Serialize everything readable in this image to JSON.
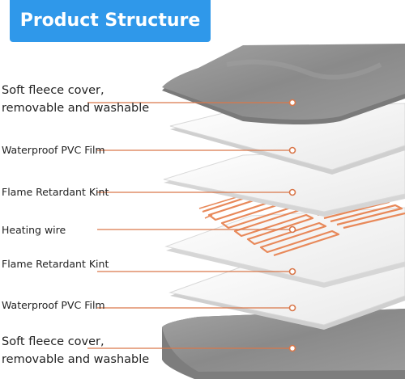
{
  "header": {
    "title": "Product Structure"
  },
  "layers": [
    {
      "label_lines": [
        "Soft fleece cover,",
        "removable and washable"
      ],
      "material": "fleece"
    },
    {
      "label_lines": [
        "Waterproof PVC Film"
      ],
      "material": "film"
    },
    {
      "label_lines": [
        "Flame Retardant Kint"
      ],
      "material": "knit"
    },
    {
      "label_lines": [
        "Heating wire"
      ],
      "material": "heating-wire"
    },
    {
      "label_lines": [
        "Flame Retardant Kint"
      ],
      "material": "knit"
    },
    {
      "label_lines": [
        "Waterproof PVC Film"
      ],
      "material": "film"
    },
    {
      "label_lines": [
        "Soft fleece cover,",
        "removable and washable"
      ],
      "material": "fleece"
    }
  ],
  "colors": {
    "banner": "#2f98ea",
    "leader_line": "#d9774a",
    "fleece": "#8e8e8e",
    "heating_wire": "#e8895a"
  }
}
